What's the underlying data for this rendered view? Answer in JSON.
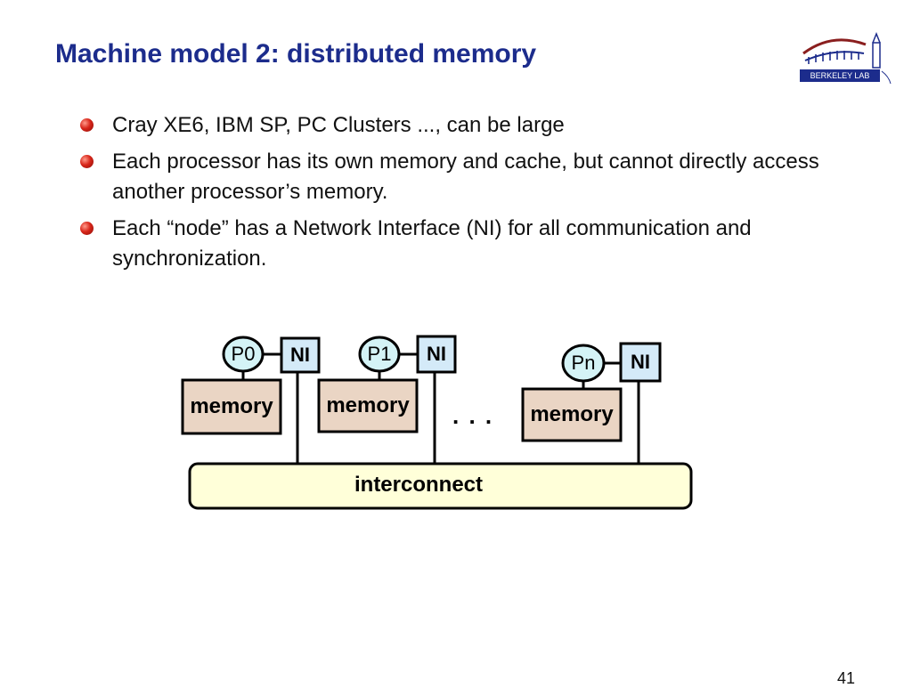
{
  "slide": {
    "title": "Machine model 2: distributed memory",
    "page_number": "41",
    "logo_text": "BERKELEY LAB",
    "bullets": [
      "Cray XE6, IBM SP, PC Clusters ..., can be large",
      "Each processor has its own memory and cache, but cannot directly access another processor’s memory.",
      "Each “node” has a Network Interface (NI) for all communication and synchronization."
    ]
  },
  "diagram": {
    "nodes": [
      {
        "processor": "P0",
        "ni": "NI",
        "memory": "memory"
      },
      {
        "processor": "P1",
        "ni": "NI",
        "memory": "memory"
      },
      {
        "processor": "Pn",
        "ni": "NI",
        "memory": "memory"
      }
    ],
    "ellipsis": ". . .",
    "interconnect": "interconnect",
    "colors": {
      "processor": "#d4f3f6",
      "ni": "#d4eaf8",
      "memory": "#ead5c4",
      "interconnect": "#ffffd9",
      "title": "#1c2c8c",
      "bullet": "#d8261a"
    }
  }
}
